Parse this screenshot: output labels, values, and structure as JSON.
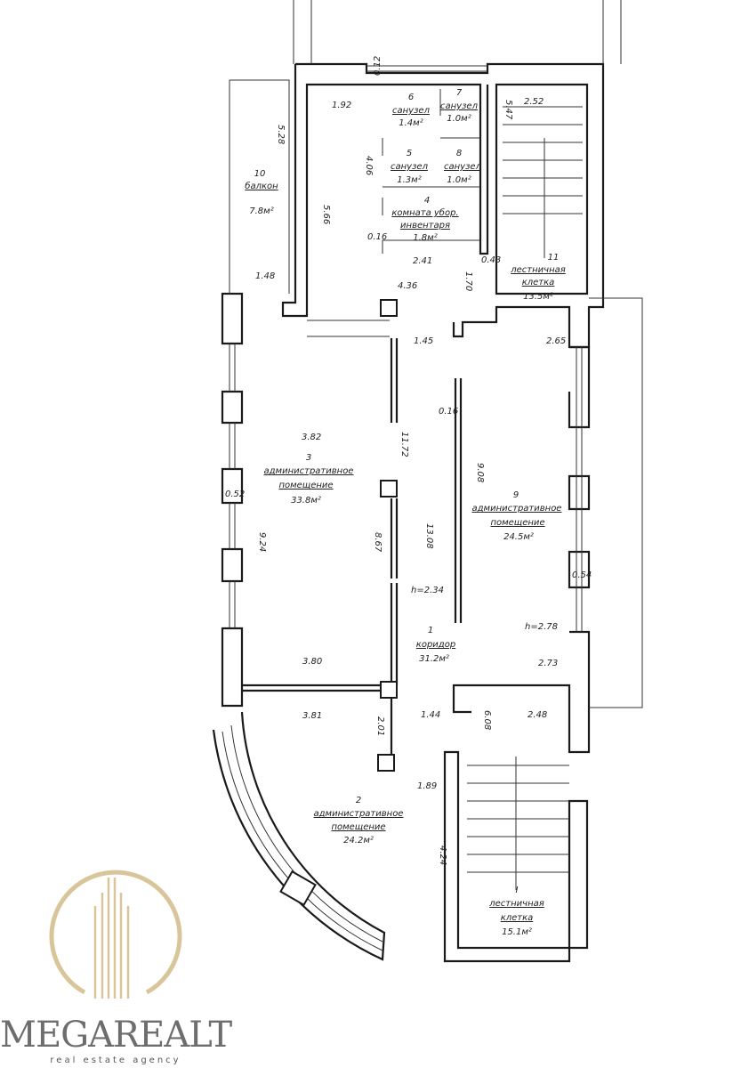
{
  "rooms": [
    {
      "num": "1",
      "name": "коридор",
      "area": "31.2м²"
    },
    {
      "num": "2",
      "name": "административное",
      "name2": "помещение",
      "area": "24.2м²"
    },
    {
      "num": "3",
      "name": "административное",
      "name2": "помещение",
      "area": "33.8м²"
    },
    {
      "num": "4",
      "name": "комната убор.",
      "name2": "инвентаря",
      "area": "1.8м²"
    },
    {
      "num": "5",
      "name": "санузел",
      "area": "1.3м²"
    },
    {
      "num": "6",
      "name": "санузел",
      "area": "1.4м²"
    },
    {
      "num": "7",
      "name": "санузел",
      "area": "1.0м²"
    },
    {
      "num": "8",
      "name": "санузел",
      "area": "1.0м²"
    },
    {
      "num": "9",
      "name": "административное",
      "name2": "помещение",
      "area": "24.5м²"
    },
    {
      "num": "10",
      "name": "балкон",
      "area": "7.8м²"
    },
    {
      "num": "11",
      "name": "лестничная",
      "name2": "клетка",
      "area": "13.5м²"
    },
    {
      "num": "I",
      "name": "лестничная",
      "name2": "клетка",
      "area": "15.1м²"
    }
  ],
  "dimensions": {
    "d1": "1.92",
    "d2": "0.12",
    "d3": "4.06",
    "d4": "5.66",
    "d5": "0.16",
    "d6": "2.41",
    "d7": "2.52",
    "d8": "5.47",
    "d9": "0.43",
    "d10": "1.70",
    "d11": "5.28",
    "d12": "1.48",
    "d13": "4.36",
    "d14": "1.45",
    "d15": "2.65",
    "d16": "0.16",
    "d17": "3.82",
    "d18": "11.72",
    "d19": "0.52",
    "d20": "9.24",
    "d21": "8.67",
    "d22": "13.08",
    "d23": "9.08",
    "d24": "0.54",
    "d25": "h=2.34",
    "d26": "h=2.78",
    "d27": "3.80",
    "d28": "2.73",
    "d29": "3.81",
    "d30": "2.01",
    "d31": "1.44",
    "d32": "6.08",
    "d33": "2.48",
    "d34": "1.89",
    "d35": "4.24"
  },
  "logo": {
    "name": "MEGAREALT",
    "tagline": "real estate agency",
    "color": "#d9c59a"
  }
}
